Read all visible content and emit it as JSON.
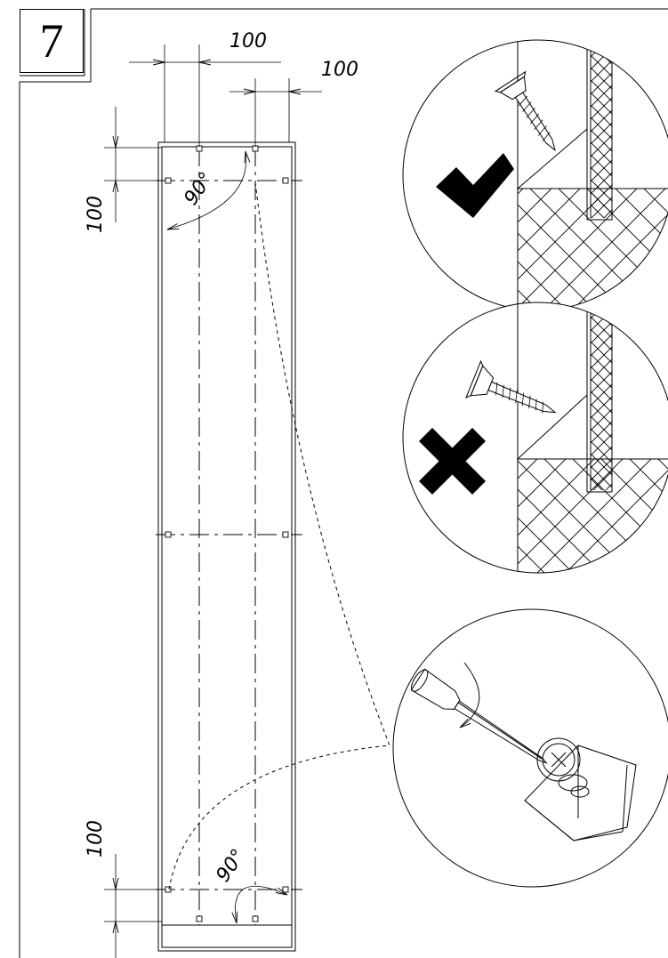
{
  "step": {
    "number": "7"
  },
  "dimensions": {
    "top_left_offset": "100",
    "top_right_offset": "100",
    "left_top_offset": "100",
    "left_bottom_offset": "100",
    "angle_top": "90°",
    "angle_bottom": "90°"
  },
  "callouts": [
    {
      "name": "correct-screw-detail",
      "verdict": "correct",
      "icon": "checkmark-icon"
    },
    {
      "name": "incorrect-screw-detail",
      "verdict": "incorrect",
      "icon": "cross-icon"
    },
    {
      "name": "screwdriver-detail",
      "icon": "screwdriver-icon"
    }
  ]
}
